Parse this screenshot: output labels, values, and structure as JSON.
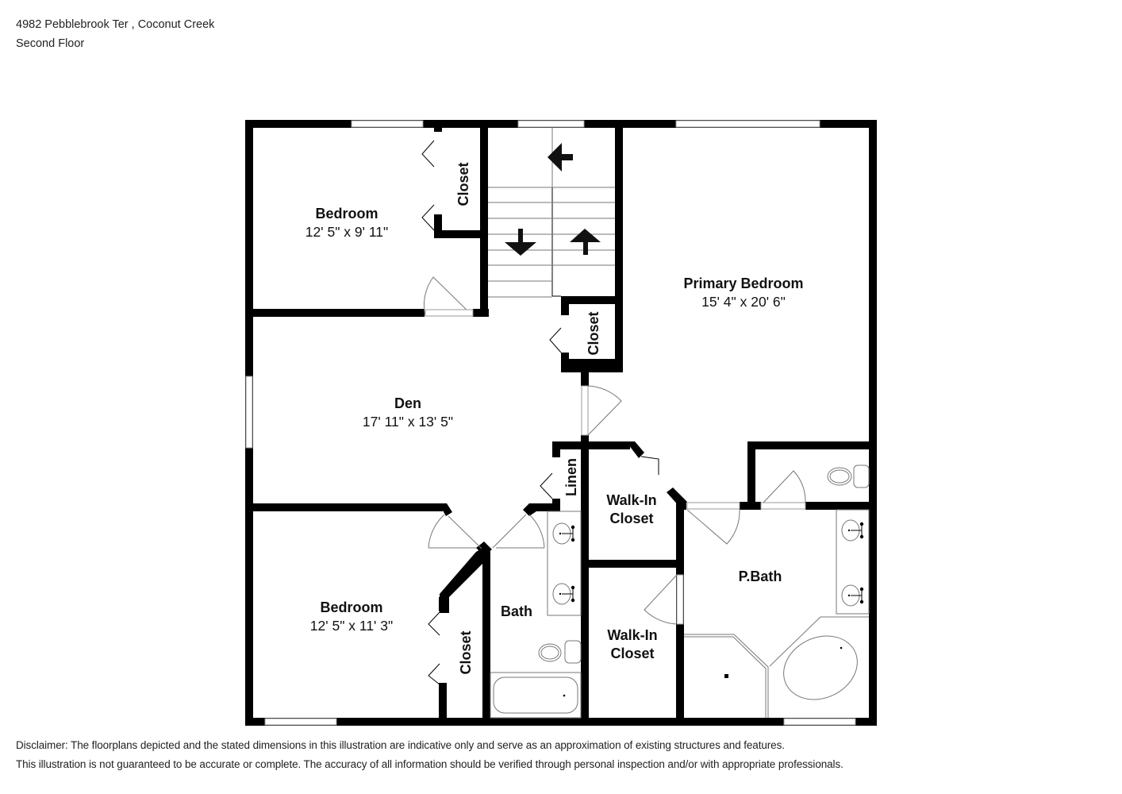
{
  "header": {
    "address": "4982 Pebblebrook Ter , Coconut Creek",
    "floor": "Second Floor"
  },
  "rooms": {
    "bedroom_nw": {
      "name": "Bedroom",
      "dims": "12' 5\" x 9' 11\""
    },
    "primary_bedroom": {
      "name": "Primary Bedroom",
      "dims": "15' 4\" x 20' 6\""
    },
    "den": {
      "name": "Den",
      "dims": "17' 11\" x 13' 5\""
    },
    "bedroom_sw": {
      "name": "Bedroom",
      "dims": "12' 5\" x 11' 3\""
    },
    "bath": {
      "name": "Bath"
    },
    "walkin_upper": {
      "line1": "Walk-In",
      "line2": "Closet"
    },
    "walkin_lower": {
      "line1": "Walk-In",
      "line2": "Closet"
    },
    "pbath": {
      "name": "P.Bath"
    },
    "closet_nw": {
      "name": "Closet"
    },
    "closet_stair": {
      "name": "Closet"
    },
    "closet_sw": {
      "name": "Closet"
    },
    "linen": {
      "name": "Linen"
    }
  },
  "icons": {
    "stairs": "stairs-icon",
    "arrow_left": "arrow-left-icon",
    "arrow_down": "arrow-down-icon",
    "arrow_up": "arrow-up-icon",
    "toilet": "toilet-icon",
    "sink": "sink-icon",
    "bathtub": "bathtub-icon",
    "shower": "shower-icon",
    "door": "door-icon"
  },
  "disclaimer": {
    "line1": "Disclaimer: The floorplans depicted and the stated dimensions in this illustration are indicative only and serve as an approximation of existing structures and features.",
    "line2": "This illustration is not guaranteed to be accurate or complete. The accuracy of all information should be verified through personal inspection and/or with appropriate professionals."
  },
  "colors": {
    "wall": "#000000",
    "background": "#ffffff",
    "fixture_line": "#777777"
  }
}
